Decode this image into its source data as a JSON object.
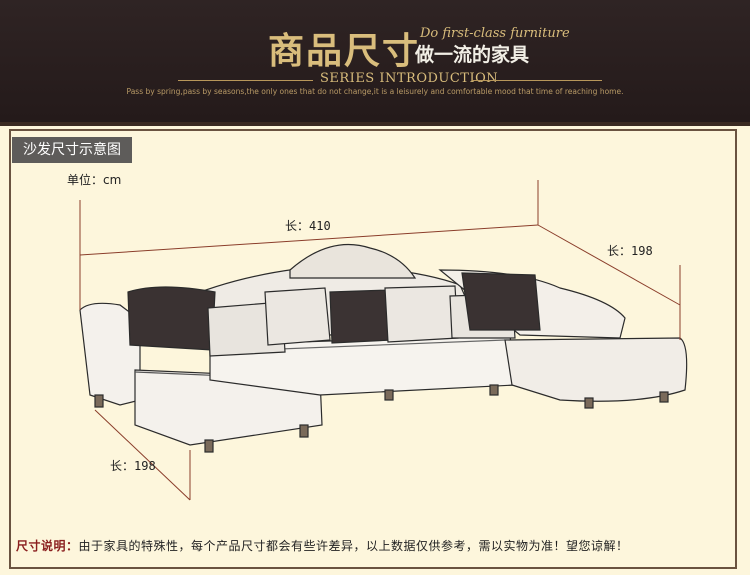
{
  "header": {
    "title": "商品尺寸",
    "tagline_script": "Do first-class furniture",
    "tagline_cn": "做一流的家具",
    "series": "SERIES INTRODUCTION",
    "intro": "Pass by spring,pass by seasons,the only ones that do not change,it is a leisurely and comfortable mood that time of reaching home."
  },
  "diagram": {
    "caption": "沙发尺寸示意图",
    "unit": "单位：cm",
    "length_top": "长：410",
    "length_right": "长：198",
    "length_left": "长：198"
  },
  "note": {
    "label": "尺寸说明：",
    "text": "由于家具的特殊性，每个产品尺寸都会有些许差异，以上数据仅供参考，需以实物为准！望您谅解！"
  },
  "colors": {
    "banner_bg": "#2a1f1f",
    "gold": "#d9bd7c",
    "page_bg": "#fdf6dc",
    "dimension_line": "#8a3d2a",
    "note_label": "#8a1e1e"
  }
}
